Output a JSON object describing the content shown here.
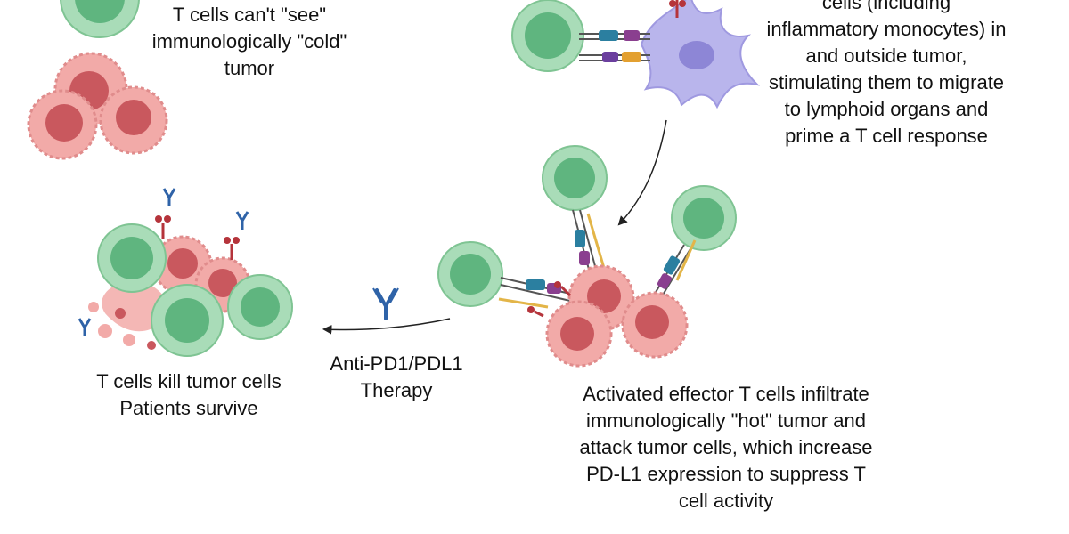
{
  "labels": {
    "cold_tumor": [
      "T cells can't \"see\"",
      "immunologically \"cold\"",
      "tumor"
    ],
    "vaccine_effect": [
      "cells (including",
      "inflammatory monocytes) in",
      "and outside tumor,",
      "stimulating them to migrate",
      "to lymphoid organs and",
      "prime a T cell response"
    ],
    "outcome": [
      "T cells kill tumor cells",
      "Patients survive"
    ],
    "therapy": [
      "Anti-PD1/PDL1",
      "Therapy"
    ],
    "hot_tumor": [
      "Activated effector T cells infiltrate",
      "immunologically \"hot\" tumor and",
      "attack tumor cells, which increase",
      "PD-L1 expression to suppress T",
      "cell activity"
    ]
  },
  "colors": {
    "t_cell_fill": "#a9dcb8",
    "t_cell_nucleus": "#5fb57f",
    "tumor_fill": "#f2aaa8",
    "tumor_nucleus": "#c9585e",
    "dendritic_fill": "#b9b5ec",
    "dendritic_nucleus": "#8d86d6",
    "antibody_blue": "#2f63a8",
    "pd1_red": "#b5343b",
    "pdl1_yellow": "#e3b548",
    "tcr_teal": "#2b7fa0",
    "mhc_purple": "#8a3f8f"
  }
}
